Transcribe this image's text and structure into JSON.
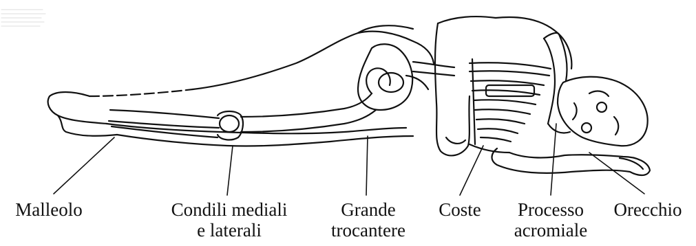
{
  "figure": {
    "line_color": "#111111",
    "background": "#ffffff"
  },
  "labels": {
    "malleolo": "Malleolo",
    "condili_1": "Condili mediali",
    "condili_2": "e laterali",
    "grande_1": "Grande",
    "grande_2": "trocantere",
    "coste": "Coste",
    "processo_1": "Processo",
    "processo_2": "acromiale",
    "orecchio": "Orecchio"
  }
}
